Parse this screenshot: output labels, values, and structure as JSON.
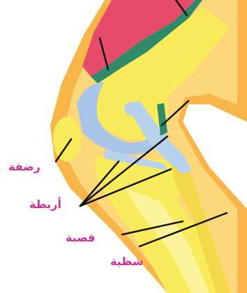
{
  "labels": {
    "patella": "رضفة",
    "ligaments": "أربطة",
    "tibia": "قصبة",
    "fibula": "شظية"
  },
  "colors": {
    "label": "#d0309a",
    "skin": "#f7b54a",
    "skin_light": "#fcd77a",
    "bone": "#f9ec5c",
    "bone_light": "#fbf49c",
    "muscle": "#e64b6a",
    "cartilage": "#a9c6e8",
    "ligament": "#b8d2ec",
    "tissue": "#2f8a6a",
    "line": "#111111"
  }
}
